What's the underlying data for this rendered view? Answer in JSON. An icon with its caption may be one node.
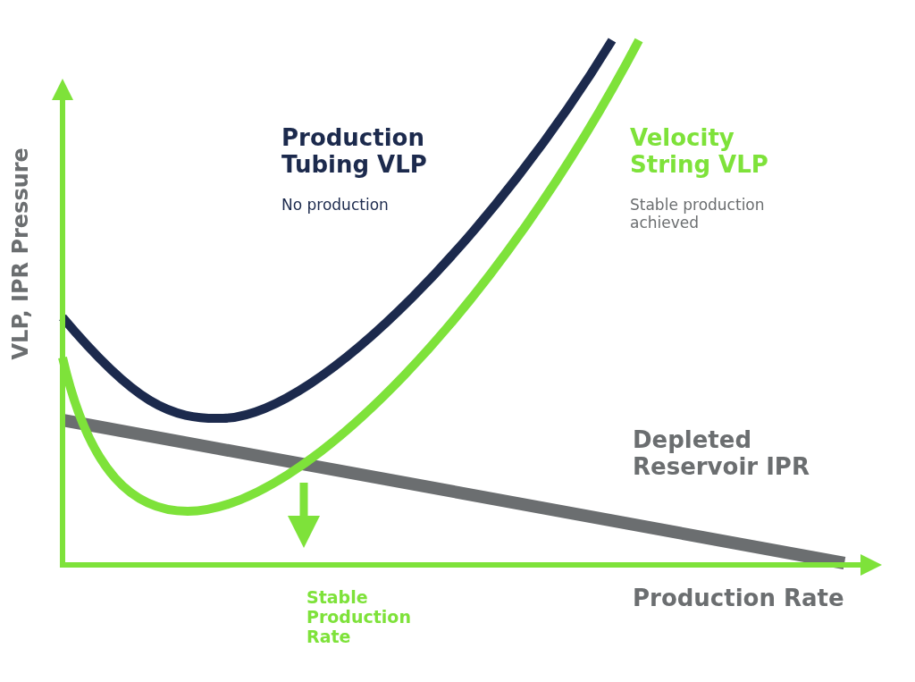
{
  "diagram": {
    "labels": [
      "VLP, IPR Pressure",
      "Production Tubing VLP",
      "No production",
      "Velocity String VLP",
      "Stable production achieved",
      "Depleted Reservoir IPR",
      "Stable Production Rate",
      "Production Rate"
    ]
  }
}
